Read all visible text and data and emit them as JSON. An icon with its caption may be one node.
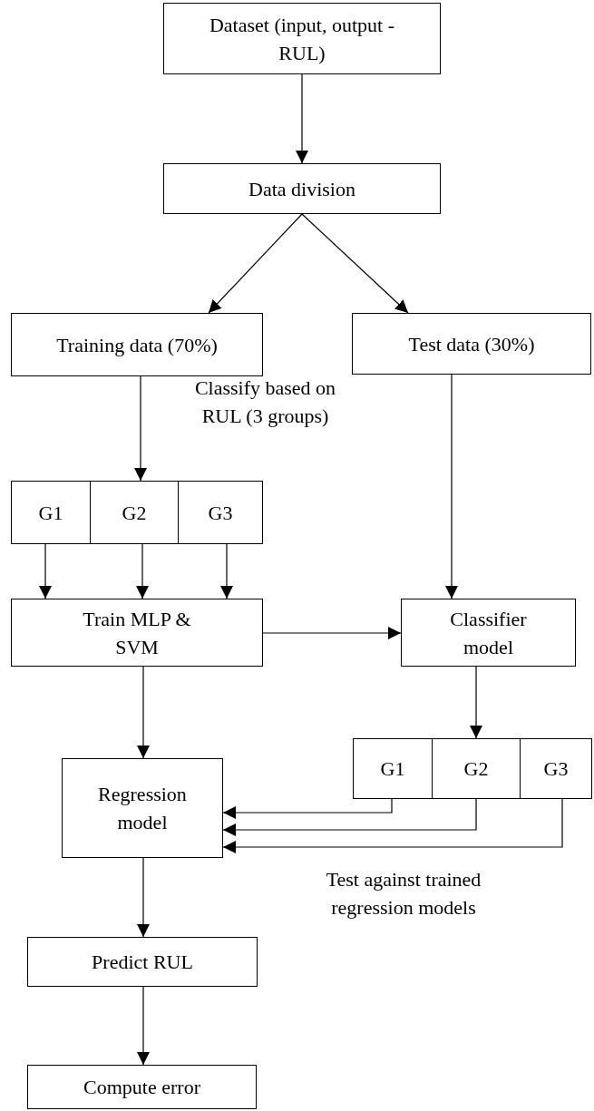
{
  "diagram": {
    "nodes": [
      {
        "text": [
          "Dataset (input, output - RUL)"
        ]
      },
      {
        "text": [
          "Data division"
        ]
      },
      {
        "text": [
          "Training data (70%)"
        ]
      },
      {
        "text": [
          "Test data (30%)"
        ]
      },
      {
        "text": [],
        "shape": "box"
      },
      {
        "text": [
          "G1"
        ],
        "in": 4
      },
      {
        "text": [
          "G2"
        ],
        "in": 4
      },
      {
        "text": [
          "G3"
        ],
        "in": 4
      },
      {
        "text": [
          "Train MLP & SVM"
        ]
      },
      {
        "text": [
          "Classifier model"
        ]
      },
      {
        "text": [],
        "shape": "box"
      },
      {
        "text": [
          "G1"
        ],
        "in": 10
      },
      {
        "text": [
          "G2"
        ],
        "in": 10
      },
      {
        "text": [
          "G3"
        ],
        "in": 10
      },
      {
        "text": [
          "Regression model"
        ]
      },
      {
        "text": [
          "Predict RUL"
        ]
      },
      {
        "text": [
          "Compute error"
        ]
      }
    ],
    "edges": [
      {
        "from": 0,
        "to": 1,
        "arrow": "to"
      },
      {
        "from": 1,
        "to": 2,
        "arrow": "to"
      },
      {
        "from": 1,
        "to": 3,
        "arrow": "to"
      },
      {
        "from": 2,
        "to": 4,
        "arrow": "to"
      },
      {
        "from": 5,
        "to": 8,
        "arrow": "to"
      },
      {
        "from": 6,
        "to": 8,
        "arrow": "to"
      },
      {
        "from": 7,
        "to": 8,
        "arrow": "to"
      },
      {
        "from": 8,
        "to": 9,
        "arrow": "to"
      },
      {
        "from": 3,
        "to": 9,
        "arrow": "to"
      },
      {
        "from": 9,
        "to": 10,
        "arrow": "to"
      },
      {
        "from": 8,
        "to": 14,
        "arrow": "to"
      },
      {
        "from": 11,
        "to": 14,
        "arrow": "to"
      },
      {
        "from": 12,
        "to": 14,
        "arrow": "to"
      },
      {
        "from": 13,
        "to": 14,
        "arrow": "to"
      },
      {
        "from": 14,
        "to": 15,
        "arrow": "to"
      },
      {
        "from": 15,
        "to": 16,
        "arrow": "to"
      }
    ],
    "labels": [
      "Classify based on RUL (3 groups)",
      "Test against trained regression models"
    ]
  }
}
